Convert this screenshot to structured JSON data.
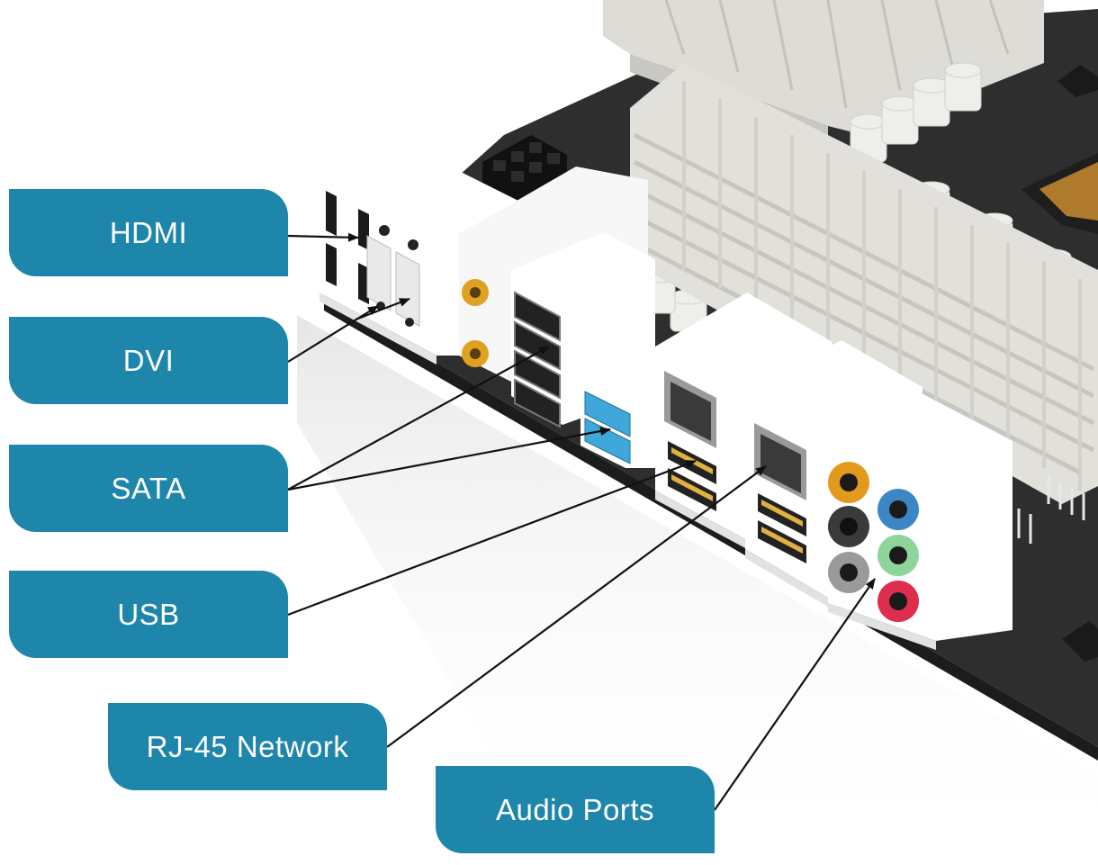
{
  "colors": {
    "label_bg": "#1f86ab",
    "label_text": "#ffffff",
    "board": "#2e2e2e",
    "panel": "#ffffff",
    "pointer": "#111111",
    "coax": "#e0a020",
    "usb3": "#3fa7d9",
    "audio_orange": "#e29a1e",
    "audio_blue": "#3d86c6",
    "audio_black": "#3a3a3a",
    "audio_green": "#8fd49a",
    "audio_grey": "#9a9a9a",
    "audio_pink": "#dd2e4e"
  },
  "labels": {
    "hdmi": "HDMI",
    "dvi": "DVI",
    "sata": "SATA",
    "usb": "USB",
    "rj45": "RJ-45 Network",
    "audio": "Audio Ports"
  }
}
